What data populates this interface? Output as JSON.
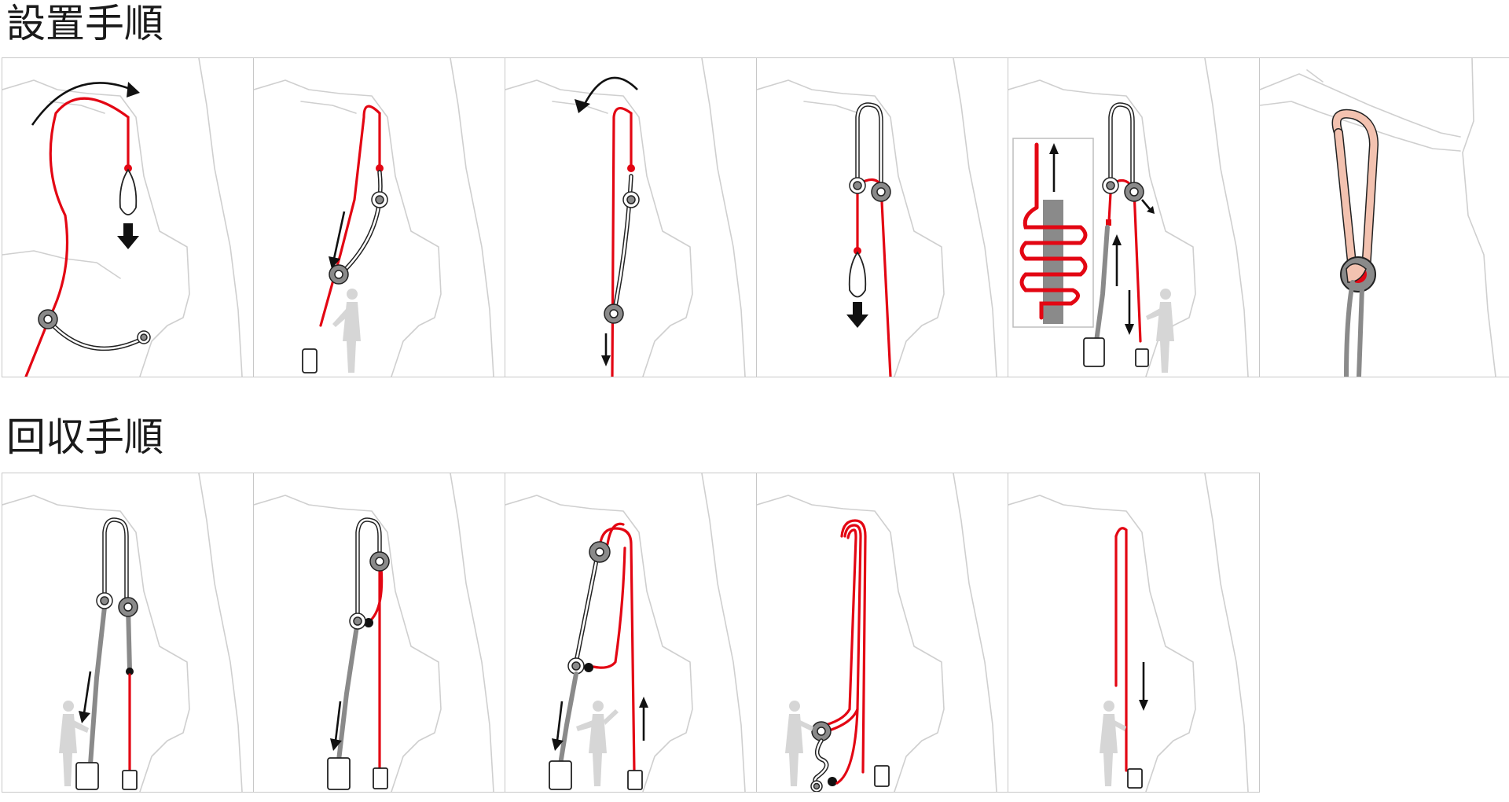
{
  "sections": {
    "setup": {
      "title": "設置手順",
      "step_count": 6
    },
    "retrieval": {
      "title": "回収手順",
      "step_count": 5
    }
  },
  "colors": {
    "rope_primary": "#e30613",
    "rope_secondary": "#8a8a8a",
    "sling": "#222222",
    "sling_final": "#f3c2b0",
    "background_lines": "#cfcfcf",
    "panel_border": "#c8c8c8"
  }
}
